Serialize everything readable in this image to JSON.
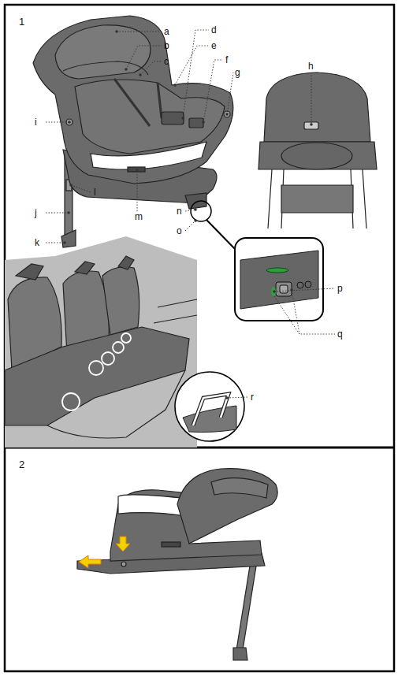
{
  "diagram": {
    "labels": [
      "1",
      "a",
      "b",
      "c",
      "d",
      "e",
      "f",
      "g",
      "h",
      "i",
      "l",
      "j",
      "k",
      "m",
      "n",
      "o",
      "p",
      "q",
      "r",
      "2"
    ]
  }
}
